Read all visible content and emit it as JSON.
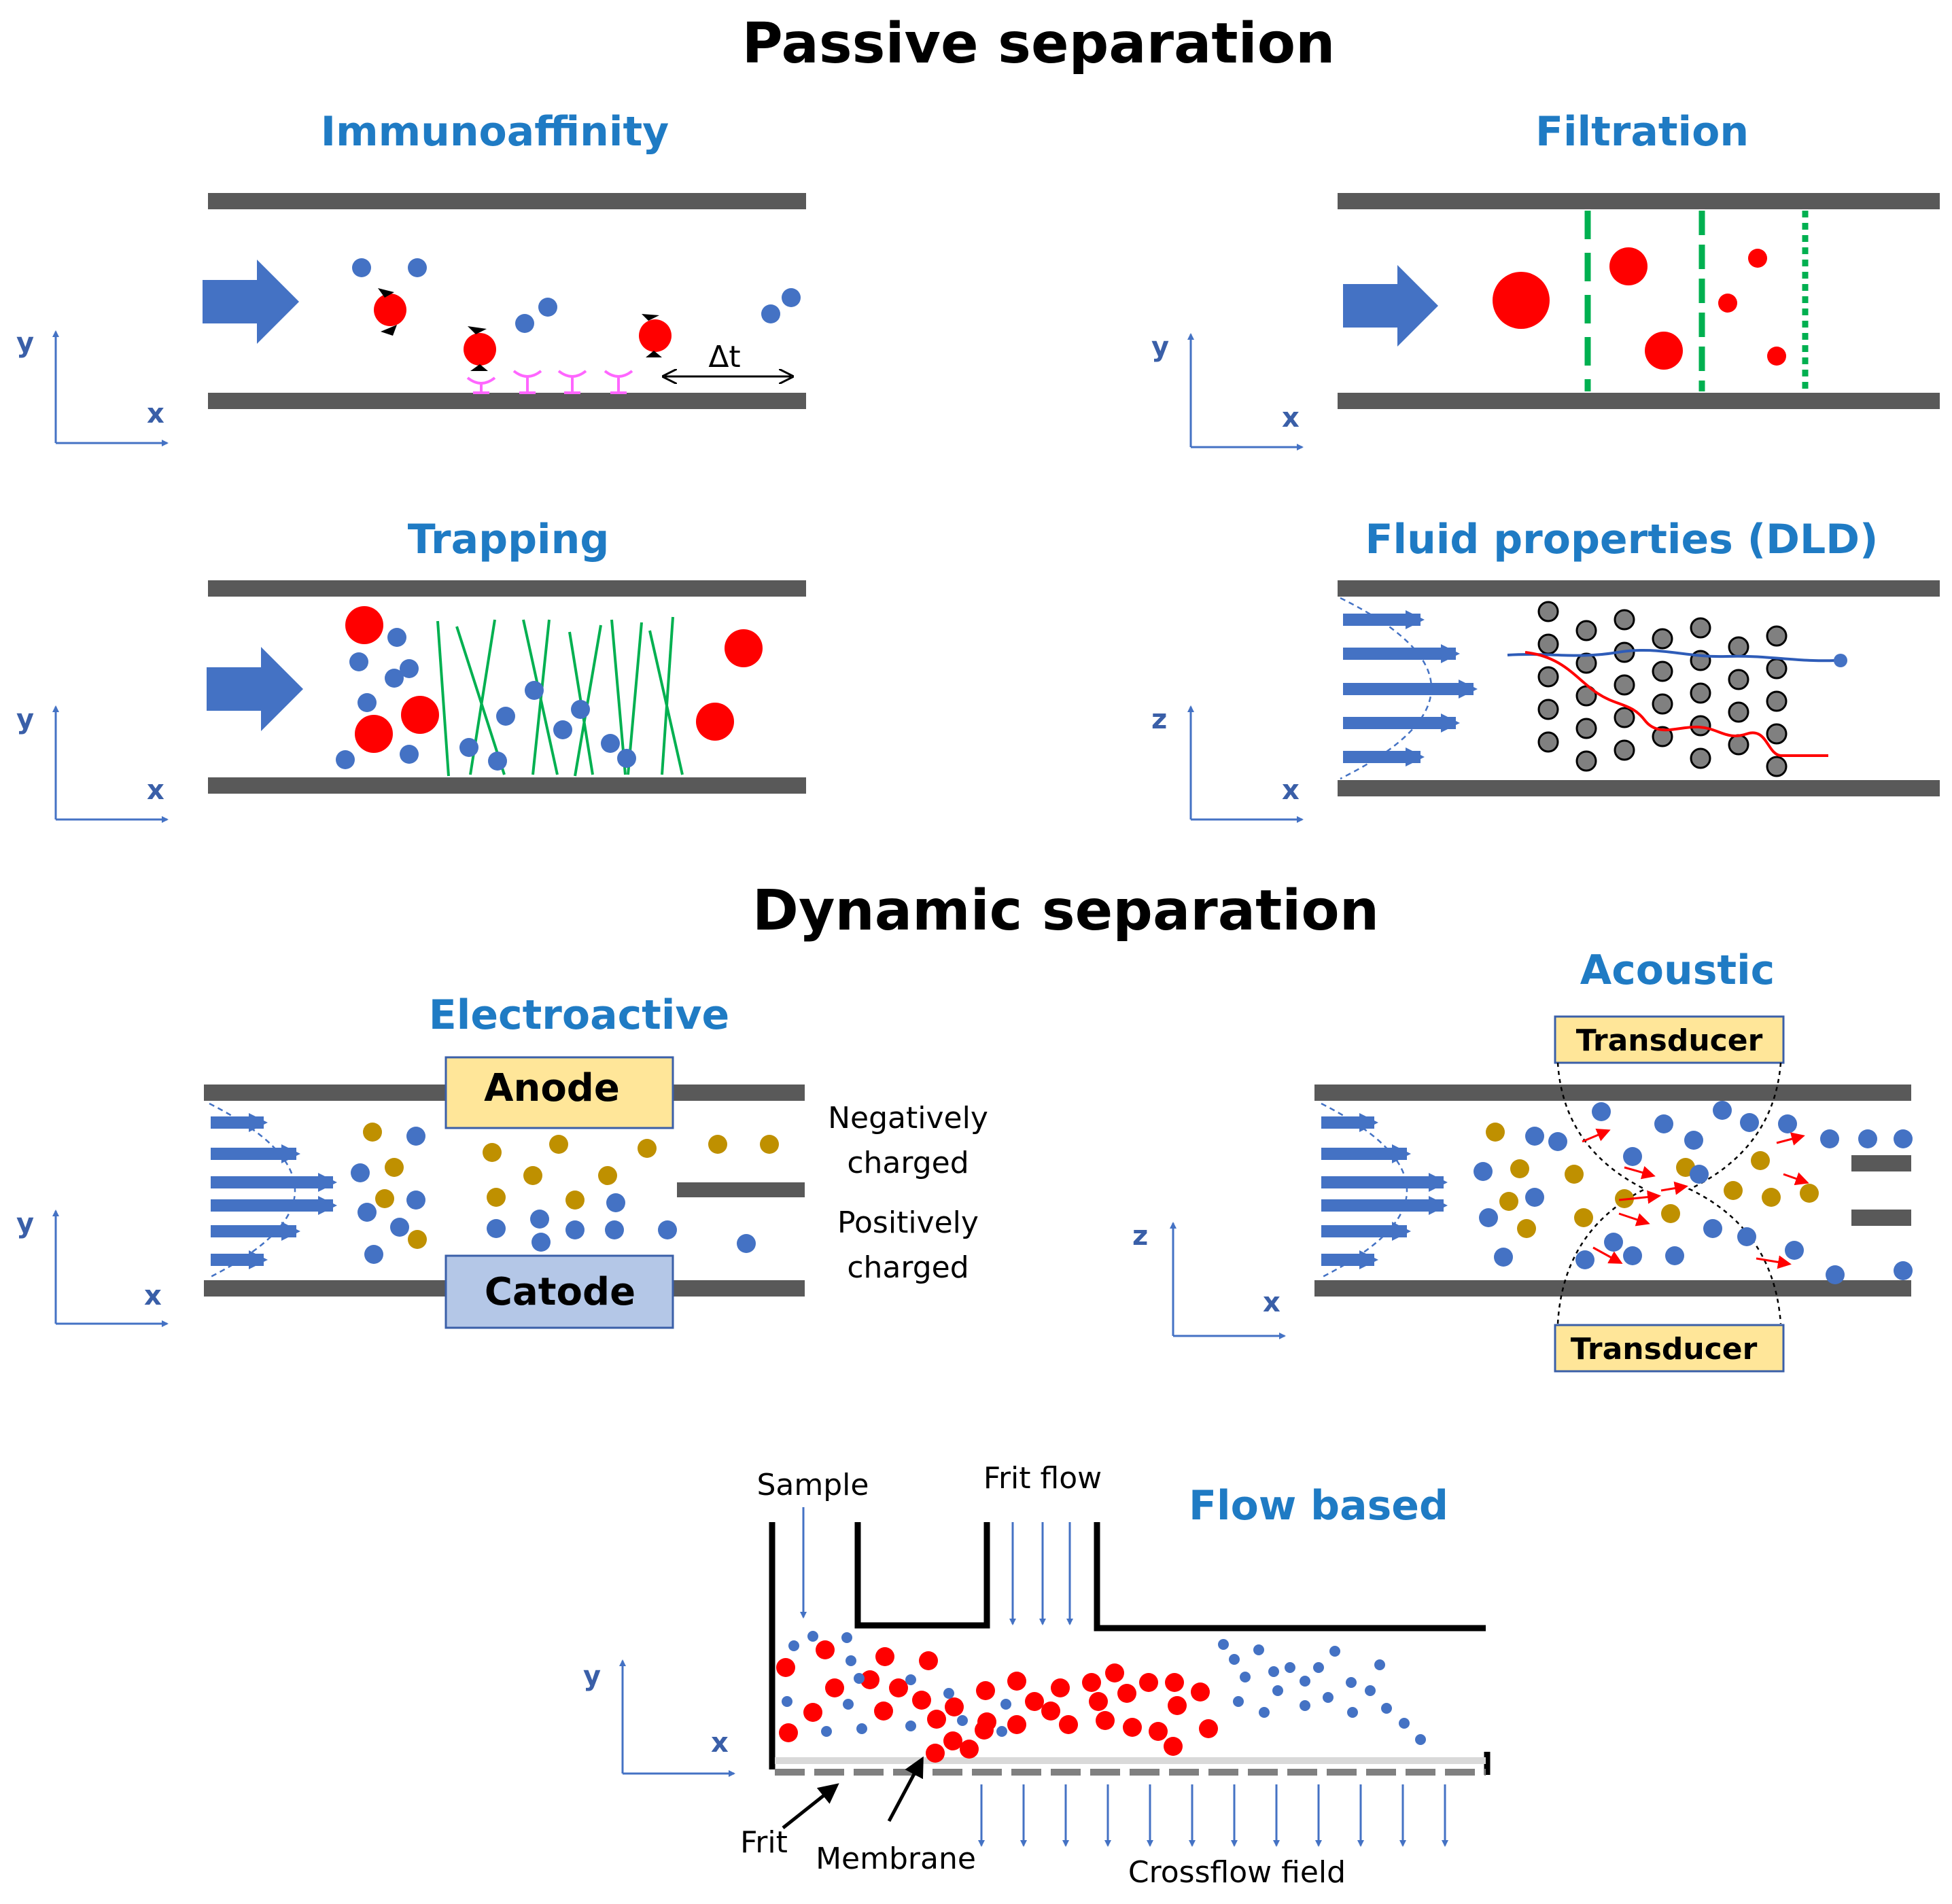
{
  "headings": {
    "passive": "Passive separation",
    "dynamic": "Dynamic separation"
  },
  "panels": {
    "immunoaffinity": {
      "title": "Immunoaffinity",
      "delta_label": "Δt",
      "axes": [
        "x",
        "y"
      ]
    },
    "filtration": {
      "title": "Filtration",
      "axes": [
        "x",
        "y"
      ]
    },
    "trapping": {
      "title": "Trapping",
      "axes": [
        "x",
        "y"
      ]
    },
    "dld": {
      "title": "Fluid properties (DLD)",
      "axes": [
        "x",
        "z"
      ]
    },
    "electroactive": {
      "title": "Electroactive",
      "anode": "Anode",
      "cathode": "Catode",
      "neg1": "Negatively",
      "neg2": "charged",
      "pos1": "Positively",
      "pos2": "charged",
      "axes": [
        "x",
        "y"
      ]
    },
    "acoustic": {
      "title": "Acoustic",
      "transducer_top": "Transducer",
      "transducer_bottom": "Transducer",
      "axes": [
        "x",
        "z"
      ]
    },
    "flow": {
      "title": "Flow based",
      "sample": "Sample",
      "frit_flow": "Frit flow",
      "frit": "Frit",
      "membrane": "Membrane",
      "crossflow": "Crossflow field",
      "axes": [
        "x",
        "y"
      ]
    }
  },
  "colors": {
    "wall": "#595959",
    "arrow": "#4472c4",
    "red": "#ff0000",
    "blue": "#4472c4",
    "gold": "#bf9000",
    "green": "#00b050",
    "title": "#1f7bc4",
    "transducer": "#ffe699",
    "cathode": "#b4c7e7"
  }
}
